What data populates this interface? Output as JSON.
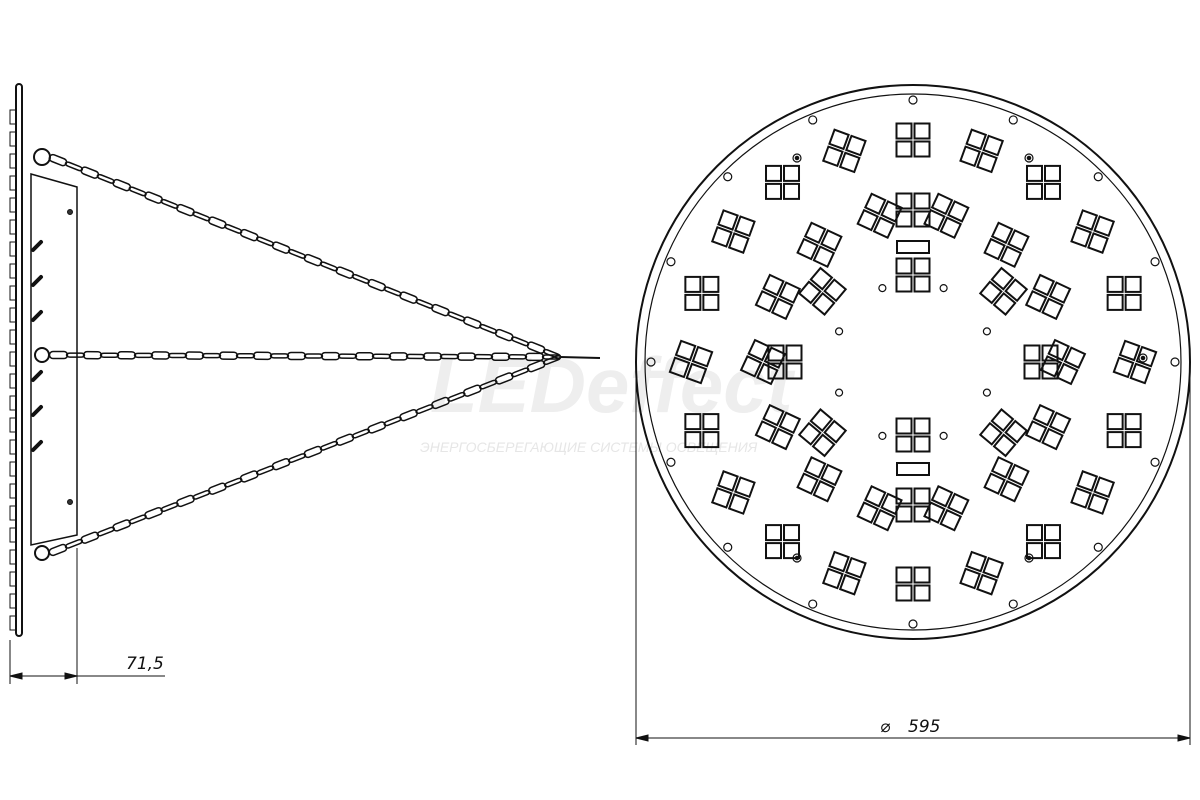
{
  "drawing": {
    "side_view": {
      "depth_dimension": "71,5"
    },
    "front_view": {
      "diameter_symbol": "⌀",
      "diameter_dimension": "595"
    }
  },
  "watermark": {
    "logo": "LEDeffect",
    "tagline": "ЭНЕРГОСБЕРЕГАЮЩИЕ СИСТЕМЫ ОСВЕЩЕНИЯ"
  },
  "colors": {
    "line": "#111111",
    "watermark": "#eeeeee"
  }
}
